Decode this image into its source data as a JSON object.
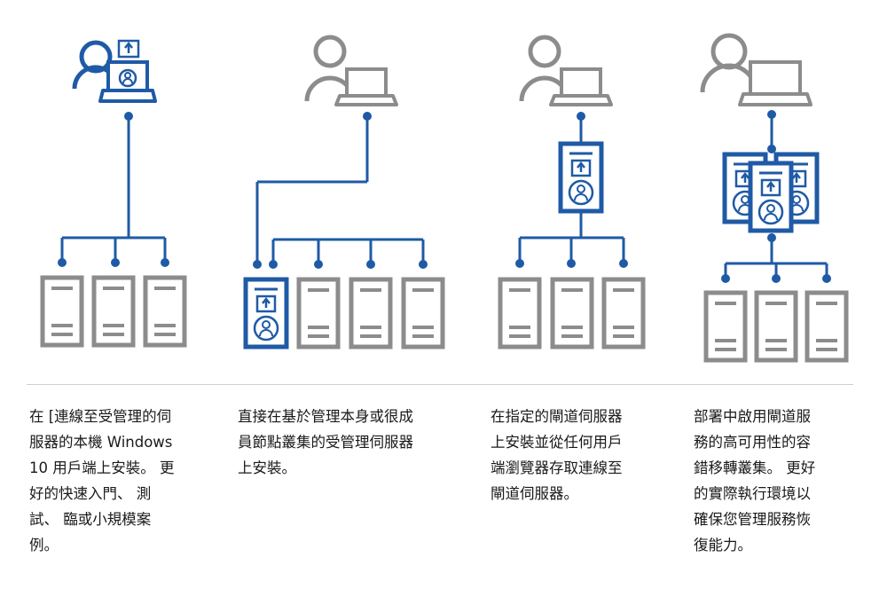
{
  "colors": {
    "blue": "#1f5aa6",
    "gray": "#8c8c8c",
    "divider": "#cfcfcf",
    "text": "#1a1a1a"
  },
  "icons": {
    "user": "user-icon",
    "laptop": "laptop-icon",
    "server": "server-icon",
    "gateway_server": "gateway-server-icon"
  },
  "scenarios": [
    {
      "caption_lines": [
        "在 [連線至受管理的伺",
        "服器的本機 Windows",
        "10 用戶端上安裝。 更",
        "好的快速入門、 測",
        "試、 臨或小規模案",
        "例。"
      ],
      "managed_server_count": 3
    },
    {
      "caption_lines": [
        "直接在基於管理本身或很成",
        "員節點叢集的受管理伺服器",
        "上安裝。"
      ],
      "managed_server_count": 4
    },
    {
      "caption_lines": [
        "在指定的閘道伺服器",
        "上安裝並從任何用戶",
        "端瀏覽器存取連線至",
        "閘道伺服器。"
      ],
      "managed_server_count": 3
    },
    {
      "caption_lines": [
        "部署中啟用閘道服",
        "務的高可用性的容",
        "錯移轉叢集。 更好",
        "的實際執行環境以",
        "確保您管理服務恢",
        "復能力。"
      ],
      "managed_server_count": 3
    }
  ]
}
